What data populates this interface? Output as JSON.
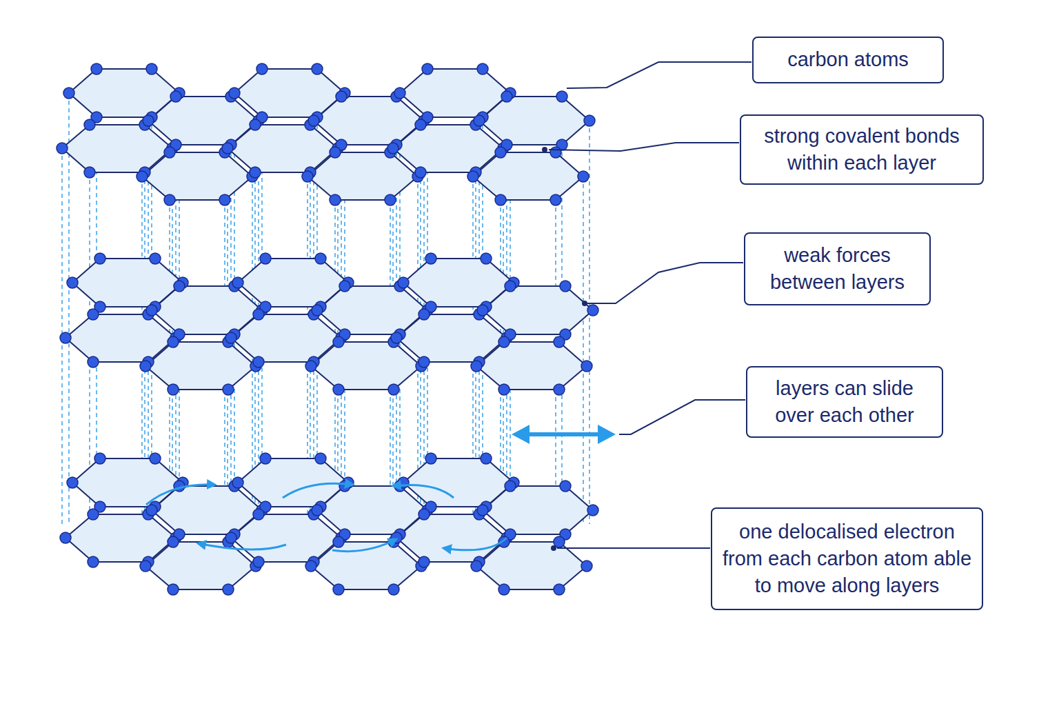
{
  "diagram": {
    "nodes": [
      {
        "text": [
          "carbon atoms"
        ]
      },
      {
        "text": [
          "strong covalent bonds within each layer"
        ]
      },
      {
        "text": [
          "weak forces between layers"
        ]
      },
      {
        "text": [
          "layers can slide over each other"
        ]
      },
      {
        "text": [
          "one delocalised electron from each carbon atom able to move along layers"
        ]
      }
    ]
  }
}
